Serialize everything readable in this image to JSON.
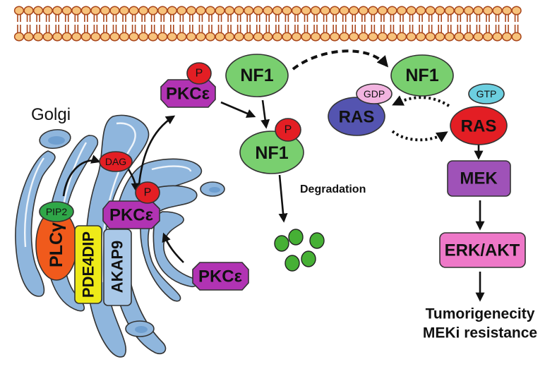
{
  "diagram": {
    "title": "PKCε-mediated NF1 degradation at the Golgi and RAS/MEK pathway activation",
    "colors": {
      "membrane_head": "#f7c27b",
      "membrane_outline": "#a8451a",
      "golgi": "#8fb6dd",
      "pkc": "#b133b3",
      "phospho": "#e31e24",
      "nf1": "#79cf6f",
      "ras_gdp": "#5454b0",
      "ras_gtp": "#e31e24",
      "gdp": "#f2b4e0",
      "gtp": "#6ccfe0",
      "mek": "#9f52b8",
      "erk_akt": "#ee78c8",
      "plcy": "#f05a1c",
      "pde4dip": "#eeea18",
      "akap9": "#a9c8e8",
      "pip2": "#2fa748",
      "dag": "#e31e24",
      "degraded": "#46b035"
    },
    "labels": {
      "golgi": "Golgi",
      "pip2": "PIP2",
      "dag": "DAG",
      "plcy": "PLCγ",
      "pde4dip": "PDE4DIP",
      "akap9": "AKAP9",
      "pkc_top": "PKCε",
      "pkc_golgi": "PKCε",
      "pkc_free": "PKCε",
      "phospho": "P",
      "nf1_top": "NF1",
      "nf1_phos": "NF1",
      "nf1_right": "NF1",
      "gdp": "GDP",
      "gtp": "GTP",
      "ras_inactive": "RAS",
      "ras_active": "RAS",
      "mek": "MEK",
      "erk_akt": "ERK/AKT",
      "degradation": "Degradation",
      "outcome_line1": "Tumorigenecity",
      "outcome_line2": "MEKi resistance"
    }
  }
}
